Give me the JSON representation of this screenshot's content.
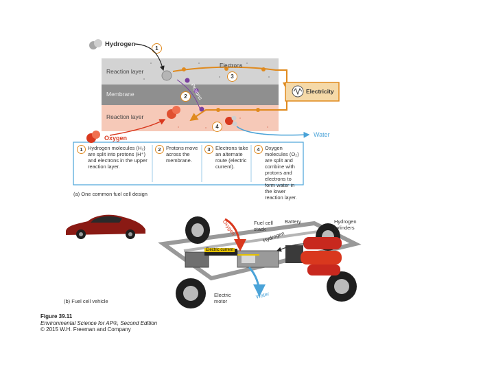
{
  "diagram_a": {
    "hydrogen_label": "Hydrogen",
    "oxygen_label": "Oxygen",
    "water_label": "Water",
    "electrons_label": "Electrons",
    "protons_label": "Protons",
    "electricity_label": "Electricity",
    "layers": {
      "upper": "Reaction layer",
      "membrane": "Membrane",
      "lower": "Reaction layer"
    },
    "step_numbers": [
      "1",
      "2",
      "3",
      "4"
    ],
    "steps": [
      {
        "num": "1",
        "text": "Hydrogen molecules (H₂) are split into protons (H⁺) and electrons in the upper reaction layer."
      },
      {
        "num": "2",
        "text": "Protons move across the membrane."
      },
      {
        "num": "3",
        "text": "Electrons take an alternate route (electric current)."
      },
      {
        "num": "4",
        "text": "Oxygen molecules (O₂) are split and combine with protons and electrons to form water in the lower reaction layer."
      }
    ],
    "caption": "(a) One common fuel cell design"
  },
  "diagram_b": {
    "oxygen_label": "Oxygen",
    "hydrogen_label": "Hydrogen",
    "water_label": "Water",
    "fuel_cell_stack_label": "Fuel cell stack",
    "battery_label": "Battery",
    "hydrogen_cylinders_label": "Hydrogen cylinders",
    "electric_current_label": "Electric current",
    "electric_motor_label": "Electric motor",
    "caption": "(b) Fuel cell vehicle"
  },
  "figure": {
    "number": "Figure 39.11",
    "book": "Environmental Science for AP®, Second Edition",
    "copyright": "© 2015 W.H. Freeman and Company"
  },
  "colors": {
    "accent_orange": "#e08a1e",
    "reaction_layer_upper": "#cfcfcf",
    "membrane": "#8c8c8c",
    "reaction_layer_lower": "#f6c9b8",
    "water_blue": "#4aa3d8",
    "oxygen_red": "#d9381e",
    "proton_purple": "#7a3fa0",
    "car_red": "#c8281e"
  }
}
